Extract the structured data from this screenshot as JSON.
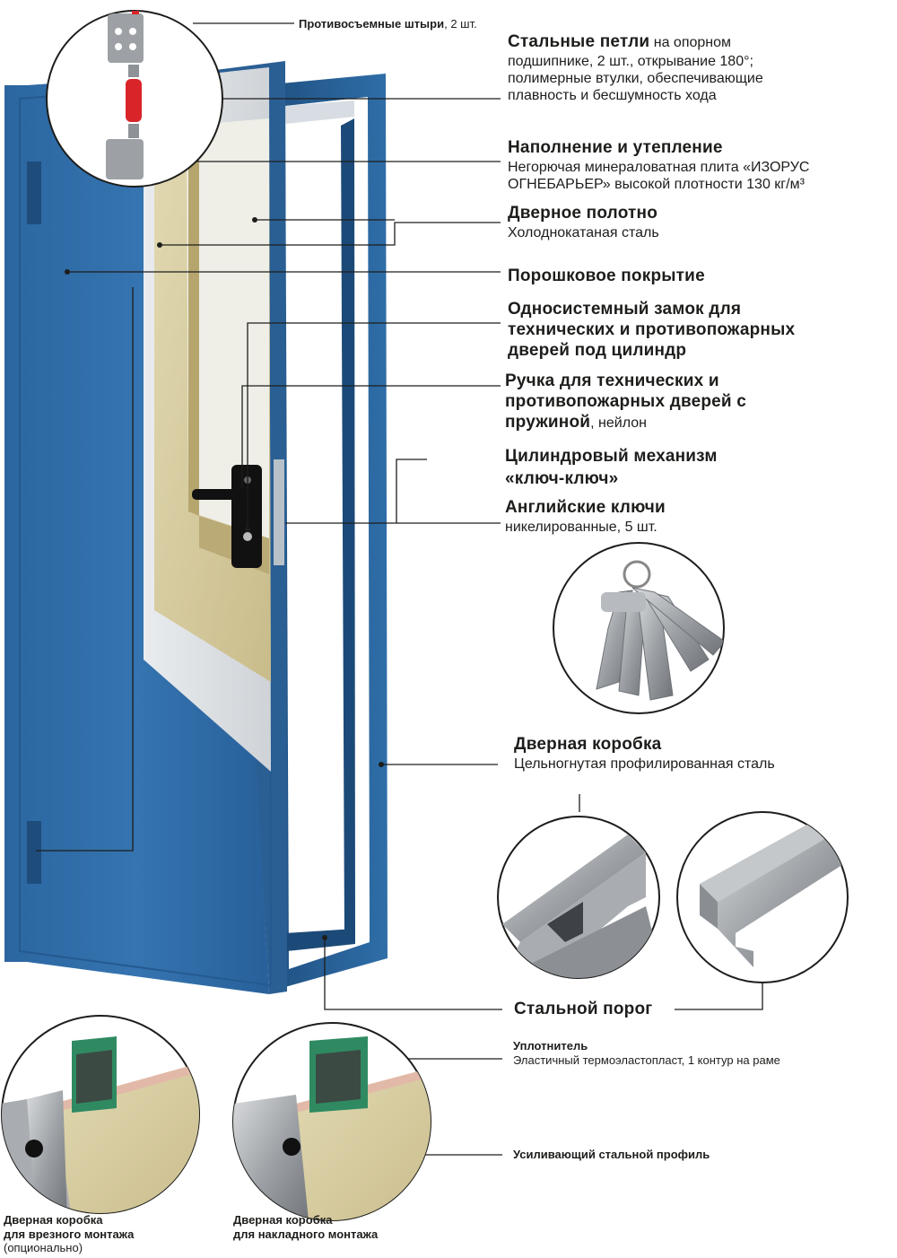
{
  "labels": {
    "pins": {
      "title": "Противосъемные штыри",
      "desc": ", 2 шт."
    },
    "hinges": {
      "title": "Стальные петли",
      "desc_inline": " на опорном",
      "desc": [
        "подшипнике, 2 шт., открывание 180°;",
        "полимерные втулки, обеспечивающие",
        "плавность и бесшумность хода"
      ]
    },
    "filling": {
      "title": "Наполнение и утепление",
      "desc": [
        "Негорючая минераловатная плита «ИЗОРУС",
        "ОГНЕБАРЬЕР» высокой плотности 130 кг/м³"
      ]
    },
    "leaf": {
      "title": "Дверное полотно",
      "desc": "Холоднокатаная сталь"
    },
    "coating": {
      "title": "Порошковое покрытие"
    },
    "lock": {
      "title": [
        "Односистемный замок для",
        "технических и противопожарных",
        "дверей под цилиндр"
      ]
    },
    "handle": {
      "title": [
        "Ручка для технических и",
        "противопожарных дверей с",
        "пружиной"
      ],
      "desc_inline": ", нейлон"
    },
    "cylinder": {
      "title": [
        "Цилиндровый механизм",
        "«ключ-ключ»"
      ]
    },
    "keys": {
      "title": "Английские ключи",
      "desc": "никелированные, 5 шт."
    },
    "frame": {
      "title": "Дверная коробка",
      "desc": "Цельногнутая профилированная сталь"
    },
    "threshold": {
      "title": "Стальной порог"
    },
    "seal": {
      "title": "Уплотнитель",
      "desc": "Эластичный термоэластопласт, 1 контур на раме"
    },
    "profile": {
      "title": "Усиливающий стальной профиль"
    },
    "frame_mortise": {
      "title": [
        "Дверная коробка",
        "для врезного монтажа"
      ],
      "desc": "(опционально)"
    },
    "frame_overlay": {
      "title": [
        "Дверная коробка",
        "для накладного монтажа"
      ]
    }
  },
  "colors": {
    "door_blue": "#2f6ea8",
    "door_blue_dark": "#1f4f80",
    "wool": "#d8cfa8",
    "steel": "#a9acb0",
    "seal_green": "#2f8a62",
    "hinge_red": "#d9252a",
    "text": "#1d1d1b"
  },
  "icons": [
    "hinge-detail-icon",
    "keys-icon",
    "frame-profile-icon",
    "threshold-profile-icon",
    "mortise-frame-section-icon",
    "overlay-frame-section-icon",
    "door-illustration"
  ]
}
